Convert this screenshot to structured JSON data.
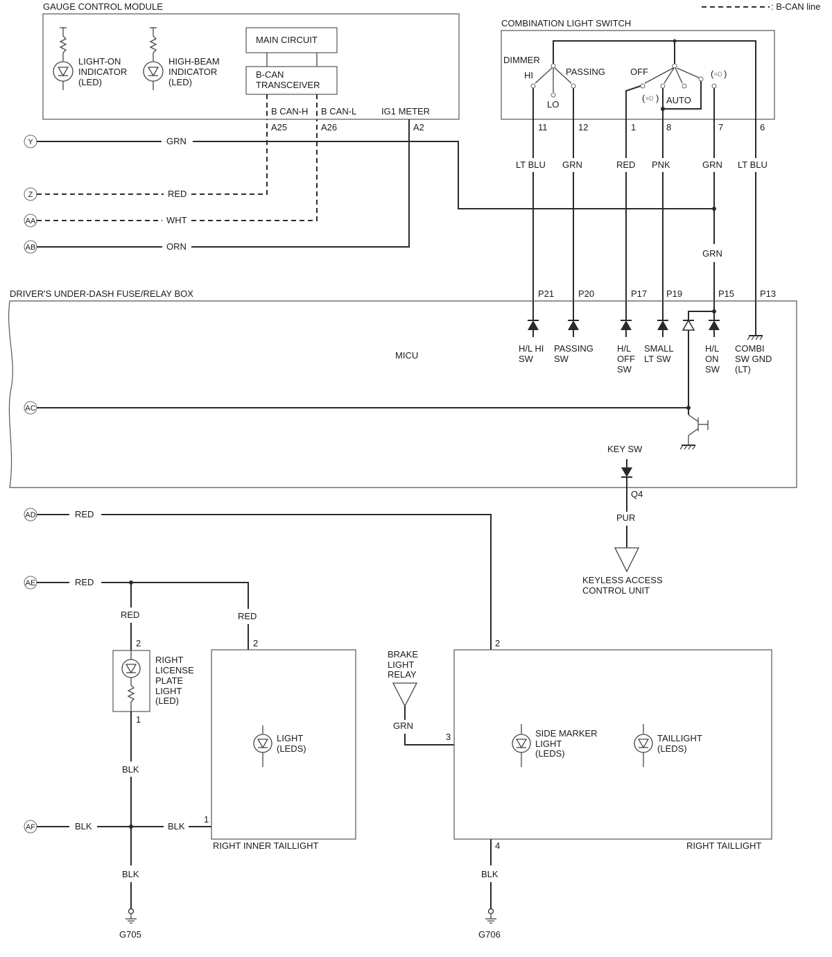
{
  "legend": {
    "label": ": B-CAN line"
  },
  "gauge": {
    "title": "GAUGE CONTROL MODULE",
    "light_on": [
      "LIGHT-ON",
      "INDICATOR",
      "(LED)"
    ],
    "high_beam": [
      "HIGH-BEAM",
      "INDICATOR",
      "(LED)"
    ],
    "main_circuit": "MAIN CIRCUIT",
    "transceiver": [
      "B-CAN",
      "TRANSCEIVER"
    ],
    "b_can_h": "B CAN-H",
    "b_can_l": "B CAN-L",
    "ig1": "IG1 METER",
    "pin_a25": "A25",
    "pin_a26": "A26",
    "pin_a2": "A2"
  },
  "left_connectors": {
    "y": "Y",
    "z": "Z",
    "aa": "AA",
    "ab": "AB",
    "ac": "AC",
    "ad": "AD",
    "ae": "AE",
    "af": "AF"
  },
  "wires": {
    "y": "GRN",
    "z": "RED",
    "aa": "WHT",
    "ab": "ORN",
    "ad": "RED",
    "ae": "RED",
    "af": "BLK"
  },
  "switch": {
    "title": "COMBINATION LIGHT SWITCH",
    "dimmer": "DIMMER",
    "hi": "HI",
    "lo": "LO",
    "passing": "PASSING",
    "off": "OFF",
    "auto": "AUTO",
    "pos_small": "(",
    "pos_small_end": ")",
    "pos_on": "(",
    "pos_on_end": ")",
    "pins": [
      "11",
      "12",
      "1",
      "8",
      "7",
      "6"
    ],
    "wire_colors": [
      "LT BLU",
      "GRN",
      "RED",
      "PNK",
      "GRN",
      "LT BLU"
    ],
    "grn_lower": "GRN"
  },
  "fuse_box": {
    "title": "DRIVER'S UNDER-DASH FUSE/RELAY BOX",
    "micu": "MICU",
    "pins": [
      "P21",
      "P20",
      "P17",
      "P19",
      "P15",
      "P13"
    ],
    "sw_hl_hi": [
      "H/L HI",
      "SW"
    ],
    "sw_passing": [
      "PASSING",
      "SW"
    ],
    "sw_hl_off": [
      "H/L",
      "OFF",
      "SW"
    ],
    "sw_small": [
      "SMALL",
      "LT SW"
    ],
    "sw_hl_on": [
      "H/L",
      "ON",
      "SW"
    ],
    "sw_gnd": [
      "COMBI",
      "SW GND",
      "(LT)"
    ],
    "key_sw": "KEY SW",
    "pin_q4": "Q4"
  },
  "keyless": {
    "wire": "PUR",
    "label": [
      "KEYLESS ACCESS",
      "CONTROL UNIT"
    ]
  },
  "license": {
    "label": [
      "RIGHT",
      "LICENSE",
      "PLATE",
      "LIGHT",
      "(LED)"
    ],
    "pin_top": "2",
    "pin_bottom": "1",
    "wire_top": "RED",
    "wire_bottom": "BLK",
    "wire_ground": "BLK",
    "ground": "G705"
  },
  "inner_taillight": {
    "title": "RIGHT INNER TAILLIGHT",
    "light": [
      "LIGHT",
      "(LEDS)"
    ],
    "pin_top": "2",
    "pin_left": "1",
    "wire_top": "RED",
    "wire_left": "BLK"
  },
  "brake_relay": {
    "label": [
      "BRAKE",
      "LIGHT",
      "RELAY"
    ],
    "wire": "GRN"
  },
  "taillight": {
    "title": "RIGHT TAILLIGHT",
    "side_marker": [
      "SIDE MARKER",
      "LIGHT",
      "(LEDS)"
    ],
    "taillight": [
      "TAILLIGHT",
      "(LEDS)"
    ],
    "pin_top": "2",
    "pin_left": "3",
    "pin_bottom": "4",
    "wire_bottom": "BLK",
    "ground": "G706"
  }
}
